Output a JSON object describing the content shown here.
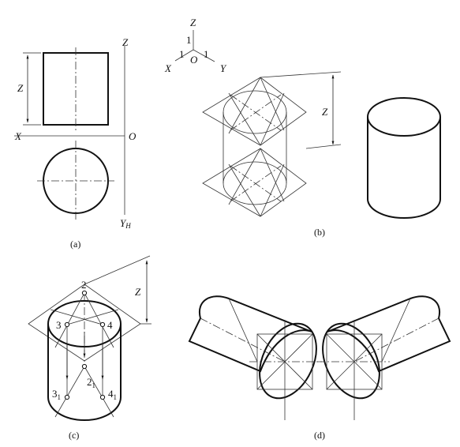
{
  "captions": {
    "a": "(a)",
    "b": "(b)",
    "c": "(c)",
    "d": "(d)"
  },
  "labels": {
    "z": "Z",
    "x": "X",
    "y": "Y",
    "o": "O",
    "yh_main": "Y",
    "yh_sub": "H",
    "one": "1"
  },
  "points": {
    "p2": "2",
    "p3": "3",
    "p4": "4",
    "p2_sub": "1",
    "p3_sub": "1",
    "p4_sub": "1"
  }
}
